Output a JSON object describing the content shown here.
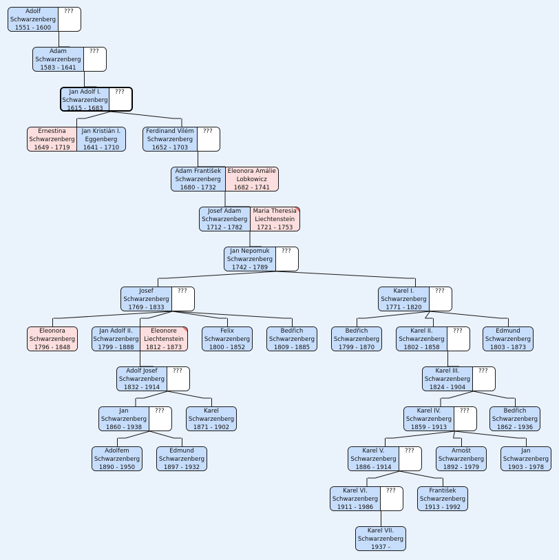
{
  "unknown_label": "???",
  "colors": {
    "male": "#c6ddfb",
    "female": "#fbdedd",
    "line": "#1a1a1a",
    "background": "#eaf2fb"
  },
  "people": [
    {
      "id": "p1",
      "name": "Adolf",
      "surname": "Schwarzenberg",
      "years": "1551 - 1600",
      "gender": "male"
    },
    {
      "id": "p2",
      "name": "Adam",
      "surname": "Schwarzenberg",
      "years": "1583 - 1641",
      "gender": "male"
    },
    {
      "id": "p3",
      "name": "Jan Adolf I.",
      "surname": "Schwarzenberg",
      "years": "1615 - 1683",
      "gender": "male"
    },
    {
      "id": "p4",
      "name": "Ernestina",
      "surname": "Schwarzenberg",
      "years": "1649 - 1719",
      "gender": "female"
    },
    {
      "id": "p5",
      "name": "Jan Kristián I.",
      "surname": "Eggenberg",
      "years": "1641 - 1710",
      "gender": "male"
    },
    {
      "id": "p6",
      "name": "Ferdinand Vilém",
      "surname": "Schwarzenberg",
      "years": "1652 - 1703",
      "gender": "male"
    },
    {
      "id": "p7",
      "name": "Adam František",
      "surname": "Schwarzenberg",
      "years": "1680 - 1732",
      "gender": "male"
    },
    {
      "id": "p8",
      "name": "Eleonora Amálie",
      "surname": "Lobkowicz",
      "years": "1682 - 1741",
      "gender": "female"
    },
    {
      "id": "p9",
      "name": "Josef Adam",
      "surname": "Schwarzenberg",
      "years": "1712 - 1782",
      "gender": "male"
    },
    {
      "id": "p10",
      "name": "Maria Theresia",
      "surname": "Liechtenstein",
      "years": "1721 - 1753",
      "gender": "female",
      "flag": true
    },
    {
      "id": "p11",
      "name": "Jan Nepomuk",
      "surname": "Schwarzenberg",
      "years": "1742 - 1789",
      "gender": "male"
    },
    {
      "id": "p12",
      "name": "Josef",
      "surname": "Schwarzenberg",
      "years": "1769 - 1833",
      "gender": "male"
    },
    {
      "id": "p13",
      "name": "Karel I.",
      "surname": "Schwarzenberg",
      "years": "1771 - 1820",
      "gender": "male"
    },
    {
      "id": "p14",
      "name": "Eleonora",
      "surname": "Schwarzenberg",
      "years": "1796 - 1848",
      "gender": "female"
    },
    {
      "id": "p15",
      "name": "Jan Adolf II.",
      "surname": "Schwarzenberg",
      "years": "1799 - 1888",
      "gender": "male"
    },
    {
      "id": "p16",
      "name": "Eleonore",
      "surname": "Liechtenstein",
      "years": "1812 - 1873",
      "gender": "female",
      "flag": true
    },
    {
      "id": "p17",
      "name": "Felix",
      "surname": "Schwarzenberg",
      "years": "1800 - 1852",
      "gender": "male"
    },
    {
      "id": "p18",
      "name": "Bedřich",
      "surname": "Schwarzenberg",
      "years": "1809 - 1885",
      "gender": "male"
    },
    {
      "id": "p19",
      "name": "Bedřich",
      "surname": "Schwarzenberg",
      "years": "1799 - 1870",
      "gender": "male"
    },
    {
      "id": "p20",
      "name": "Karel II.",
      "surname": "Schwarzenberg",
      "years": "1802 - 1858",
      "gender": "male"
    },
    {
      "id": "p21",
      "name": "Edmund",
      "surname": "Schwarzenberg",
      "years": "1803 - 1873",
      "gender": "male"
    },
    {
      "id": "p22",
      "name": "Adolf Josef",
      "surname": "Schwarzenberg",
      "years": "1832 - 1914",
      "gender": "male"
    },
    {
      "id": "p23",
      "name": "Karel III.",
      "surname": "Schwarzenberg",
      "years": "1824 - 1904",
      "gender": "male"
    },
    {
      "id": "p24",
      "name": "Jan",
      "surname": "Schwarzenberg",
      "years": "1860 - 1938",
      "gender": "male"
    },
    {
      "id": "p25",
      "name": "Karel",
      "surname": "Schwarzenberg",
      "years": "1871 - 1902",
      "gender": "male"
    },
    {
      "id": "p26",
      "name": "Karel IV.",
      "surname": "Schwarzenberg",
      "years": "1859 - 1913",
      "gender": "male"
    },
    {
      "id": "p27",
      "name": "Bedřich",
      "surname": "Schwarzenberg",
      "years": "1862 - 1936",
      "gender": "male"
    },
    {
      "id": "p28",
      "name": "Adolfem",
      "surname": "Schwarzenberg",
      "years": "1890 - 1950",
      "gender": "male"
    },
    {
      "id": "p29",
      "name": "Edmund",
      "surname": "Schwarzenberg",
      "years": "1897 - 1932",
      "gender": "male"
    },
    {
      "id": "p30",
      "name": "Karel V.",
      "surname": "Schwarzenberg",
      "years": "1886 - 1914",
      "gender": "male"
    },
    {
      "id": "p31",
      "name": "Arnošt",
      "surname": "Schwarzenberg",
      "years": "1892 - 1979",
      "gender": "male"
    },
    {
      "id": "p32",
      "name": "Jan",
      "surname": "Schwarzenberg",
      "years": "1903 - 1978",
      "gender": "male"
    },
    {
      "id": "p33",
      "name": "Karel VI.",
      "surname": "Schwarzenberg",
      "years": "1911 - 1986",
      "gender": "male"
    },
    {
      "id": "p34",
      "name": "František",
      "surname": "Schwarzenberg",
      "years": "1913 - 1992",
      "gender": "male"
    },
    {
      "id": "p35",
      "name": "Karel VII.",
      "surname": "Schwarzenberg",
      "years": "1937 -",
      "gender": "male"
    }
  ],
  "couples": [
    {
      "id": "c1",
      "left": "p1",
      "right": "unknown"
    },
    {
      "id": "c2",
      "left": "p2",
      "right": "unknown"
    },
    {
      "id": "c3",
      "left": "p3",
      "right": "unknown",
      "focus": true
    },
    {
      "id": "c4",
      "left": "p4",
      "right": "p5"
    },
    {
      "id": "c5",
      "left": "p6",
      "right": "unknown"
    },
    {
      "id": "c6",
      "left": "p7",
      "right": "p8"
    },
    {
      "id": "c7",
      "left": "p9",
      "right": "p10"
    },
    {
      "id": "c8",
      "left": "p11",
      "right": "unknown"
    },
    {
      "id": "c9",
      "left": "p12",
      "right": "unknown"
    },
    {
      "id": "c10",
      "left": "p13",
      "right": "unknown"
    },
    {
      "id": "c11",
      "left": "p14"
    },
    {
      "id": "c12",
      "left": "p15",
      "right": "p16"
    },
    {
      "id": "c13",
      "left": "p17"
    },
    {
      "id": "c14",
      "left": "p18"
    },
    {
      "id": "c15",
      "left": "p19"
    },
    {
      "id": "c16",
      "left": "p20",
      "right": "unknown"
    },
    {
      "id": "c17",
      "left": "p21"
    },
    {
      "id": "c18",
      "left": "p22",
      "right": "unknown"
    },
    {
      "id": "c19",
      "left": "p23",
      "right": "unknown"
    },
    {
      "id": "c20",
      "left": "p24",
      "right": "unknown"
    },
    {
      "id": "c21",
      "left": "p25"
    },
    {
      "id": "c22",
      "left": "p26",
      "right": "unknown"
    },
    {
      "id": "c23",
      "left": "p27"
    },
    {
      "id": "c24",
      "left": "p28"
    },
    {
      "id": "c25",
      "left": "p29"
    },
    {
      "id": "c26",
      "left": "p30",
      "right": "unknown"
    },
    {
      "id": "c27",
      "left": "p31"
    },
    {
      "id": "c28",
      "left": "p32"
    },
    {
      "id": "c29",
      "left": "p33",
      "right": "unknown"
    },
    {
      "id": "c30",
      "left": "p34"
    },
    {
      "id": "c31",
      "left": "p35"
    }
  ],
  "edges": [
    {
      "parent": "c1",
      "children": [
        "c2"
      ]
    },
    {
      "parent": "c2",
      "children": [
        "c3"
      ]
    },
    {
      "parent": "c3",
      "children": [
        "c4",
        "c5"
      ]
    },
    {
      "parent": "c5",
      "children": [
        "c6"
      ]
    },
    {
      "parent": "c6",
      "children": [
        "c7"
      ]
    },
    {
      "parent": "c7",
      "children": [
        "c8"
      ]
    },
    {
      "parent": "c8",
      "children": [
        "c9",
        "c10"
      ]
    },
    {
      "parent": "c9",
      "children": [
        "c11",
        "c12",
        "c13",
        "c14"
      ]
    },
    {
      "parent": "c10",
      "children": [
        "c15",
        "c16",
        "c17"
      ]
    },
    {
      "parent": "c12",
      "children": [
        "c18"
      ]
    },
    {
      "parent": "c16",
      "children": [
        "c19"
      ]
    },
    {
      "parent": "c18",
      "children": [
        "c20",
        "c21"
      ]
    },
    {
      "parent": "c19",
      "children": [
        "c22",
        "c23"
      ]
    },
    {
      "parent": "c20",
      "children": [
        "c24",
        "c25"
      ]
    },
    {
      "parent": "c22",
      "children": [
        "c26",
        "c27",
        "c28"
      ]
    },
    {
      "parent": "c26",
      "children": [
        "c29",
        "c30"
      ]
    },
    {
      "parent": "c29",
      "children": [
        "c31"
      ]
    }
  ]
}
